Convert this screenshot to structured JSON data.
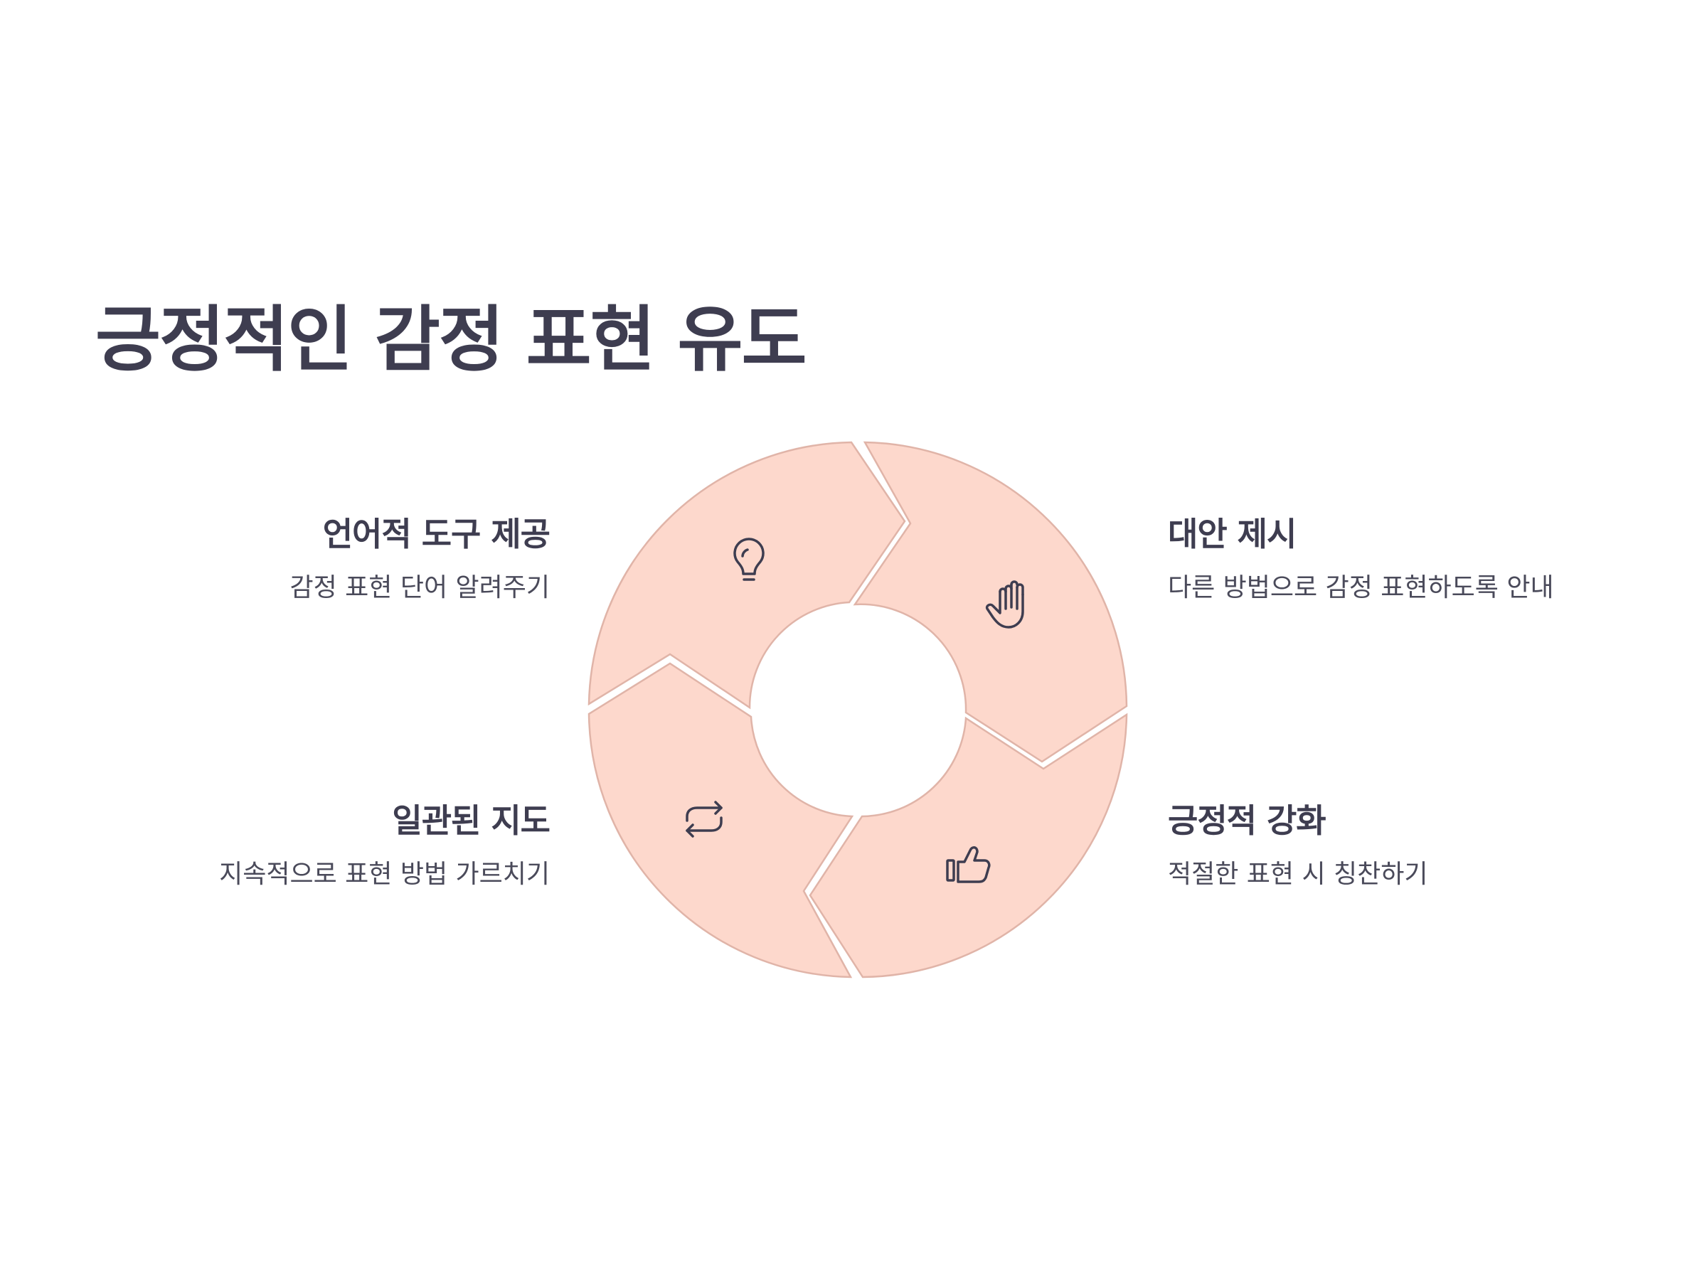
{
  "title": "긍정적인 감정 표현 유도",
  "colors": {
    "segment_fill": "#fdd8cc",
    "segment_stroke": "#e0b4a8",
    "text_dark": "#3e3d50",
    "icon": "#3e3d50"
  },
  "steps": [
    {
      "title": "언어적 도구 제공",
      "description": "감정 표현 단어 알려주기",
      "icon": "lightbulb-icon"
    },
    {
      "title": "대안 제시",
      "description": "다른 방법으로 감정 표현하도록 안내",
      "icon": "raised-hand-icon"
    },
    {
      "title": "긍정적 강화",
      "description": "적절한 표현 시 칭찬하기",
      "icon": "thumbs-up-icon"
    },
    {
      "title": "일관된 지도",
      "description": "지속적으로 표현 방법 가르치기",
      "icon": "repeat-icon"
    }
  ]
}
